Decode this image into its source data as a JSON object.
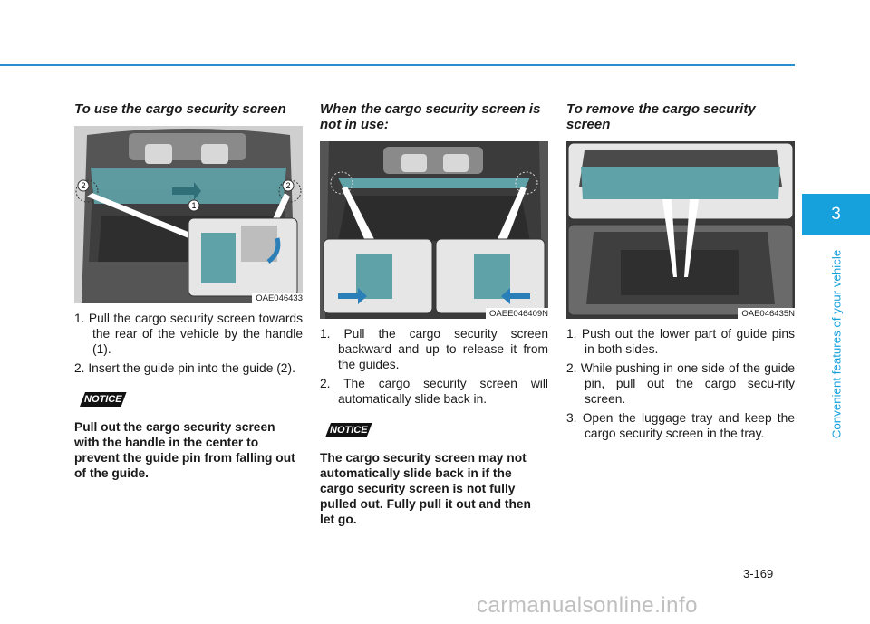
{
  "section1": {
    "title": "To use the cargo security screen",
    "figure_code": "OAE046433",
    "steps": [
      "1. Pull the cargo security screen towards the rear of the vehicle by the handle (1).",
      "2. Insert the guide pin into the guide (2)."
    ],
    "notice_label": "NOTICE",
    "notice_text": "Pull out the cargo security screen with the handle in the center to prevent the guide pin from falling out of the guide.",
    "callouts": [
      "2",
      "2",
      "1"
    ]
  },
  "section2": {
    "title": "When the cargo security screen is not in use:",
    "figure_code": "OAEE046409N",
    "steps": [
      "1. Pull the cargo security screen backward and up to release it from the guides.",
      "2. The cargo security screen will automatically slide back in."
    ],
    "notice_label": "NOTICE",
    "notice_text": "The cargo security screen may not automatically slide back in if the cargo security screen is not fully pulled out. Fully pull it out and then let go."
  },
  "section3": {
    "title": "To remove the cargo security screen",
    "figure_code": "OAE046435N",
    "steps": [
      "1. Push out the lower part of guide pins in both sides.",
      "2. While pushing in one side of the guide pin, pull out the cargo secu-rity screen.",
      "3. Open the luggage tray and keep the cargo security screen in the tray."
    ]
  },
  "chapter": {
    "number": "3",
    "title": "Convenient features of your vehicle"
  },
  "page_number": "3-169",
  "watermark": "carmanualsonline.info",
  "colors": {
    "accent": "#16a1dc",
    "rule": "#2a8fd0",
    "screen": "#5fa3a8"
  }
}
